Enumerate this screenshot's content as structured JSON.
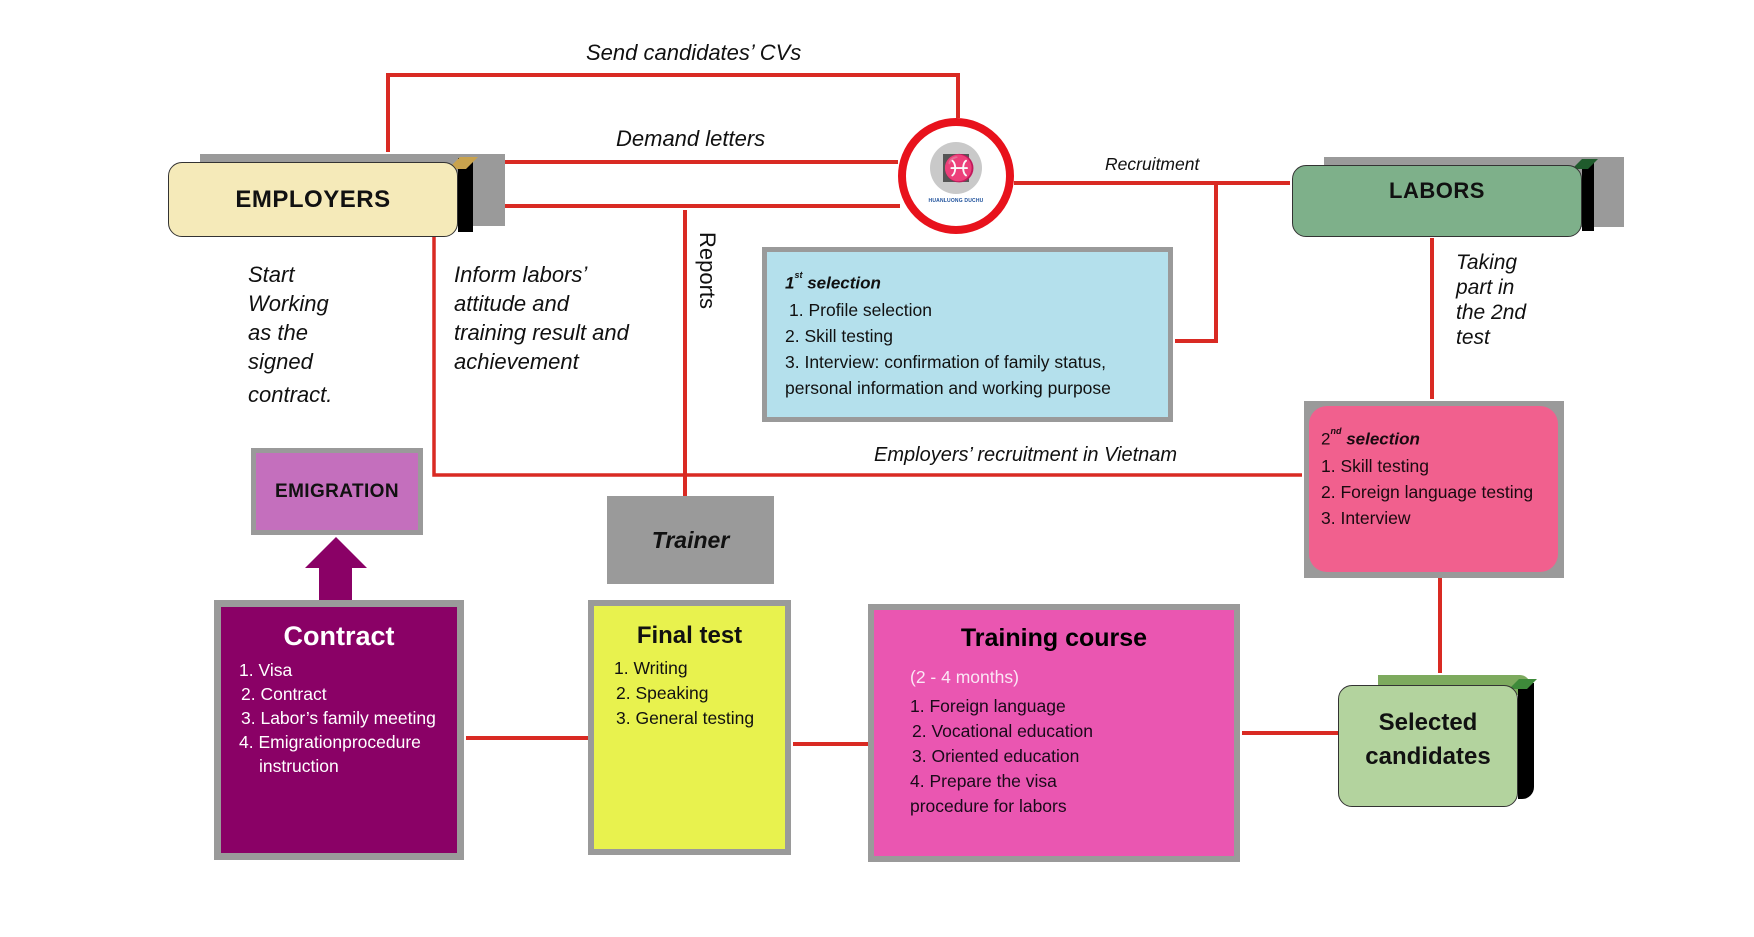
{
  "diagram": {
    "nodes": {
      "employers": {
        "label": "EMPLOYERS",
        "color": "#f5eab9"
      },
      "hub": {
        "icon": "company-logo-icon",
        "caption": "HUANLUONG DUCHU",
        "ring_color": "#e8121c"
      },
      "labors": {
        "label": "LABORS",
        "color": "#7eb08a"
      },
      "first_selection": {
        "ordinal": "1",
        "ordinal_suffix": "st",
        "title": "selection",
        "items": [
          "1. Profile selection",
          "2. Skill testing",
          "3. Interview: confirmation of family status,",
          "personal information and working purpose"
        ],
        "color": "#b4e0ec"
      },
      "second_selection": {
        "ordinal": "2",
        "ordinal_suffix": "nd",
        "title": "selection",
        "items": [
          "1. Skill testing",
          "2. Foreign language testing",
          "3. Interview"
        ],
        "color": "#f1608e"
      },
      "selected_candidates": {
        "line1": "Selected",
        "line2": "candidates",
        "color": "#b3d39e"
      },
      "training_course": {
        "title": "Training course",
        "duration": "(2 - 4 months)",
        "items": [
          "1. Foreign language",
          "2. Vocational education",
          "3. Oriented education",
          "4. Prepare the visa",
          "procedure for labors"
        ],
        "color": "#ea56b1"
      },
      "final_test": {
        "title": "Final test",
        "items": [
          "1. Writing",
          "2. Speaking",
          "3. General testing"
        ],
        "color": "#e8f24e"
      },
      "trainer": {
        "label": "Trainer",
        "color": "#9a9a9a"
      },
      "contract": {
        "title": "Contract",
        "items": [
          "1. Visa",
          "2. Contract",
          "3. Labor’s family meeting",
          "4. Emigrationprocedure",
          "instruction"
        ],
        "color": "#8a0166"
      },
      "emigration": {
        "label": "EMIGRATION",
        "color": "#c46fbd"
      }
    },
    "edge_labels": {
      "send_cvs": "Send candidates’ CVs",
      "demand_letters": "Demand letters",
      "recruitment": "Recruitment",
      "reports": "Reports",
      "start_working": [
        "Start",
        "Working",
        "as the",
        "signed",
        "contract."
      ],
      "inform_labors": [
        "Inform labors’",
        "attitude and",
        "training result and",
        "achievement"
      ],
      "taking_part": [
        "Taking",
        "part in",
        "the 2nd",
        "test"
      ],
      "employers_recruitment": "Employers’ recruitment in Vietnam"
    },
    "edge_color": "#d92a23",
    "emigration_arrow_color": "#8a0166"
  }
}
